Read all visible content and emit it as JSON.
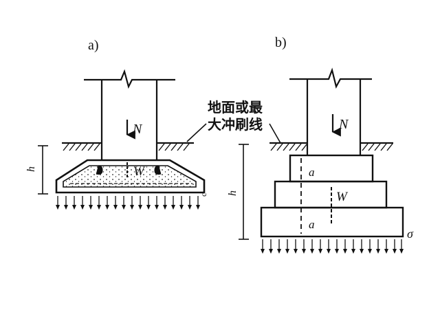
{
  "diagram": {
    "panel_a": {
      "caption": "a)",
      "load_label": "N",
      "weight_label": "W",
      "height_label": "h",
      "right_mark": "c"
    },
    "panel_b": {
      "caption": "b)",
      "load_label": "N",
      "weight_label": "W",
      "upper_step_label": "a",
      "lower_step_label": "a",
      "height_label": "h",
      "pressure_label": "σ"
    },
    "annotation": {
      "line1": "地面或最",
      "line2": "大冲刷线"
    }
  }
}
